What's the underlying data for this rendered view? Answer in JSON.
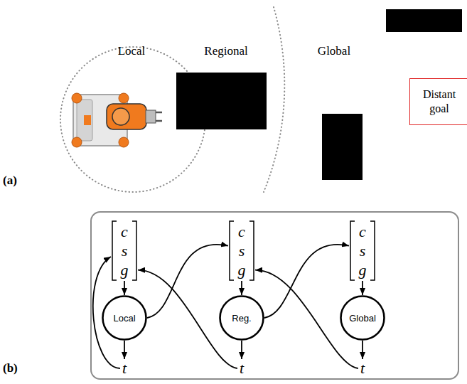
{
  "diagram": {
    "nodes": [
      {
        "text": [
          "Distant goal"
        ]
      },
      {
        "text": [
          "c",
          "s",
          "g"
        ]
      },
      {
        "text": [
          "c",
          "s",
          "g"
        ]
      },
      {
        "text": [
          "c",
          "s",
          "g"
        ]
      },
      {
        "text": [
          "Local"
        ]
      },
      {
        "text": [
          "Reg."
        ]
      },
      {
        "text": [
          "Global"
        ]
      },
      {
        "text": [
          "t"
        ]
      },
      {
        "text": [
          "t"
        ]
      },
      {
        "text": [
          "t"
        ]
      }
    ],
    "edges": [
      {
        "from": 1,
        "to": 4,
        "arrow": "to"
      },
      {
        "from": 2,
        "to": 5,
        "arrow": "to"
      },
      {
        "from": 3,
        "to": 6,
        "arrow": "to"
      },
      {
        "from": 4,
        "to": 7,
        "arrow": "to"
      },
      {
        "from": 5,
        "to": 8,
        "arrow": "to"
      },
      {
        "from": 6,
        "to": 9,
        "arrow": "to"
      },
      {
        "from": 4,
        "to": 2,
        "arrow": "to"
      },
      {
        "from": 5,
        "to": 3,
        "arrow": "to"
      },
      {
        "from": 7,
        "to": 1,
        "arrow": "to"
      },
      {
        "from": 8,
        "to": 1,
        "arrow": "to"
      },
      {
        "from": 9,
        "to": 2,
        "arrow": "to"
      }
    ],
    "labels": [
      "Local",
      "Regional",
      "Global",
      "(a)",
      "(b)"
    ]
  }
}
